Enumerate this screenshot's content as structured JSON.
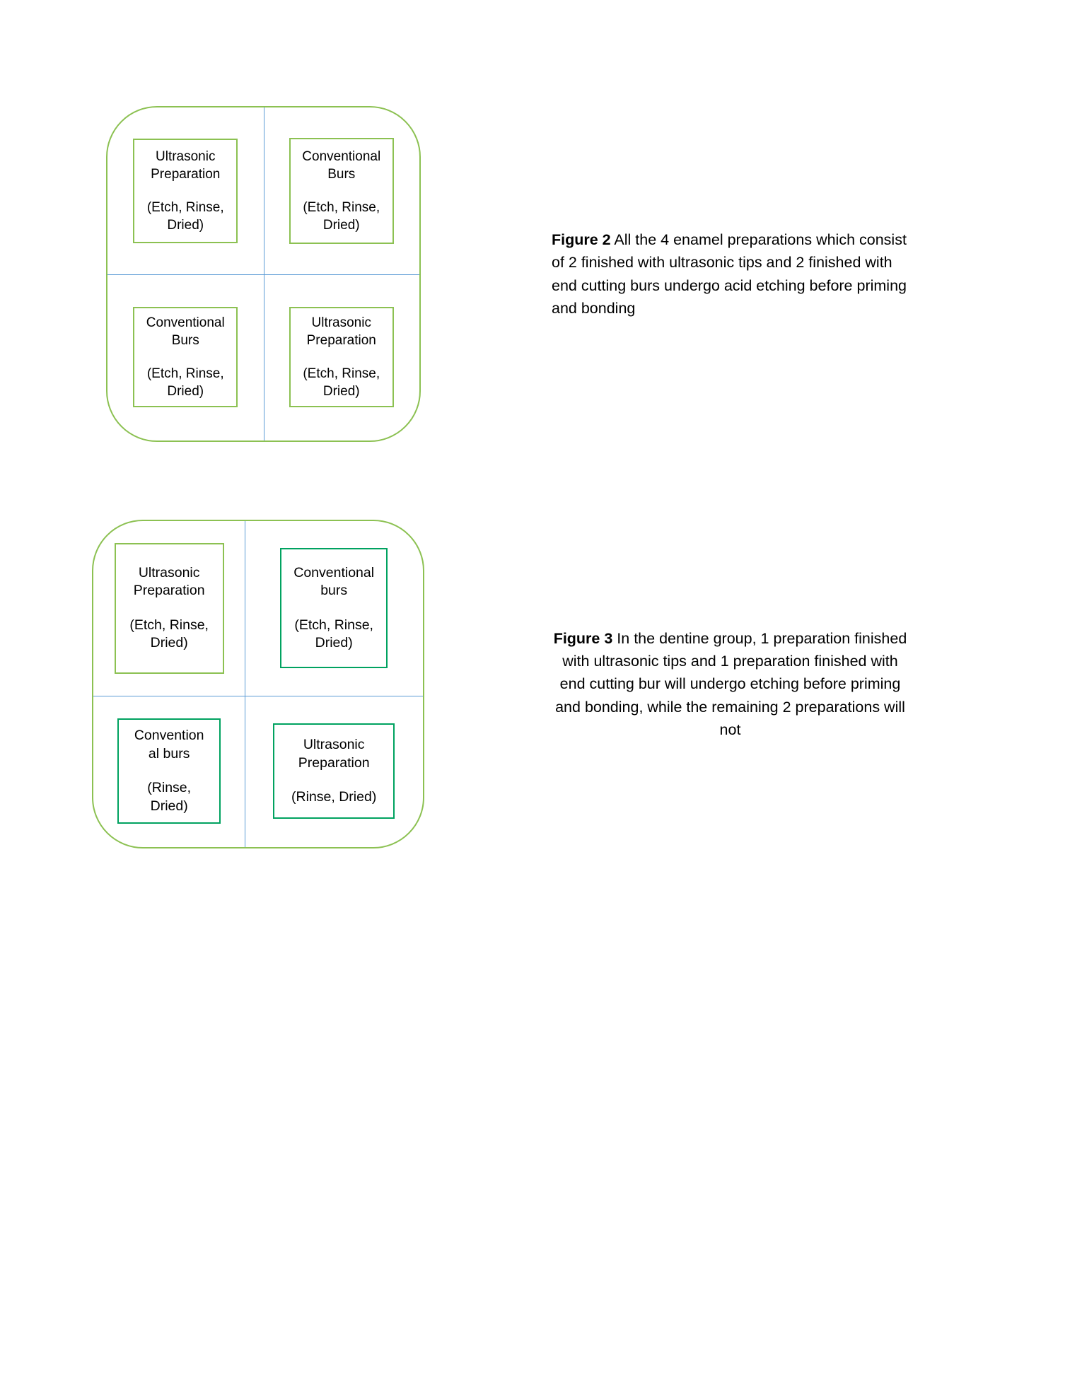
{
  "document": {
    "figures": [
      {
        "id": "figure-2",
        "caption_label": "Figure 2",
        "caption_text": " All the 4 enamel preparations which consist of 2 finished with ultrasonic tips and 2 finished with end cutting burs undergo acid etching before priming and bonding",
        "caption_align": "left",
        "outline_color": "#8cc152",
        "divider_color": "#5b9bd5",
        "cells": [
          {
            "position": "top-left",
            "title": "Ultrasonic\nPreparation",
            "sub": "(Etch, Rinse,\nDried)",
            "border_color": "#8cc152"
          },
          {
            "position": "top-right",
            "title": "Conventional\nBurs",
            "sub": "(Etch, Rinse,\nDried)",
            "border_color": "#8cc152"
          },
          {
            "position": "bottom-left",
            "title": "Conventional\nBurs",
            "sub": "(Etch, Rinse,\nDried)",
            "border_color": "#8cc152"
          },
          {
            "position": "bottom-right",
            "title": "Ultrasonic\nPreparation",
            "sub": "(Etch, Rinse,\nDried)",
            "border_color": "#8cc152"
          }
        ]
      },
      {
        "id": "figure-3",
        "caption_label": "Figure 3",
        "caption_text": "  In the dentine group, 1 preparation finished with ultrasonic tips and 1 preparation finished with end cutting bur will undergo etching before priming and bonding, while the remaining 2 preparations will not",
        "caption_align": "center",
        "outline_color": "#8cc152",
        "divider_color": "#5b9bd5",
        "cells": [
          {
            "position": "top-left",
            "title": "Ultrasonic\nPreparation",
            "sub": "(Etch, Rinse,\nDried)",
            "border_color": "#8cc152"
          },
          {
            "position": "top-right",
            "title": "Conventional\nburs",
            "sub": "(Etch, Rinse,\nDried)",
            "border_color": "#00a260"
          },
          {
            "position": "bottom-left",
            "title": "Convention\nal burs",
            "sub": "(Rinse,\nDried)",
            "border_color": "#00a260"
          },
          {
            "position": "bottom-right",
            "title": "Ultrasonic\nPreparation",
            "sub": "(Rinse, Dried)",
            "border_color": "#00a260"
          }
        ]
      }
    ]
  }
}
